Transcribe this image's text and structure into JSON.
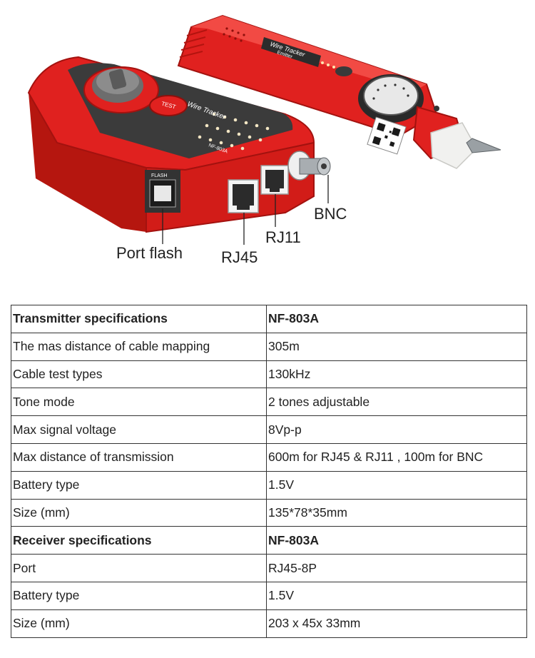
{
  "figure": {
    "device_labels": {
      "flash": "FLASH",
      "test": "TEST",
      "brand": "Wire Tracker",
      "sub": "Emitter",
      "model": "NF-803A"
    },
    "callouts": {
      "bnc": "BNC",
      "rj11": "RJ11",
      "rj45": "RJ45",
      "port_flash": "Port flash"
    },
    "colors": {
      "body_red": "#e0211f",
      "dark_red": "#a3120f",
      "panel_dark": "#3b3b3b",
      "steel": "#9aa0a4"
    }
  },
  "table": {
    "rows": [
      {
        "label": "Transmitter specifications",
        "value": "NF-803A",
        "header": true
      },
      {
        "label": "The mas distance of cable mapping",
        "value": "305m"
      },
      {
        "label": "Cable test types",
        "value": "130kHz"
      },
      {
        "label": "Tone mode",
        "value": "2 tones adjustable"
      },
      {
        "label": "Max signal voltage",
        "value": "8Vp-p"
      },
      {
        "label": "Max distance of transmission",
        "value": "600m for RJ45 & RJ11 , 100m for BNC"
      },
      {
        "label": "Battery type",
        "value": "1.5V"
      },
      {
        "label": "Size (mm)",
        "value": "135*78*35mm"
      },
      {
        "label": "Receiver specifications",
        "value": "NF-803A",
        "header": true
      },
      {
        "label": "Port",
        "value": "RJ45-8P"
      },
      {
        "label": "Battery type",
        "value": "1.5V"
      },
      {
        "label": "Size (mm)",
        "value": "203 x 45x 33mm"
      }
    ]
  }
}
